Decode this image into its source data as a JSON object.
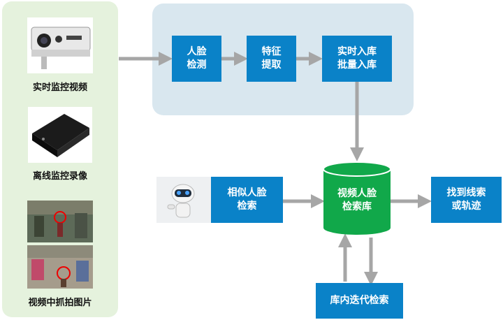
{
  "sources": {
    "camera_label": "实时监控视频",
    "drive_label": "离线监控录像",
    "snapshot_label": "视频中抓拍图片"
  },
  "pipeline": {
    "face_detect": [
      "人脸",
      "检测"
    ],
    "feature_extract": [
      "特征",
      "提取"
    ],
    "enroll": [
      "实时入库",
      "批量入库"
    ]
  },
  "search": {
    "similar_face": [
      "相似人脸",
      "检索"
    ],
    "database": [
      "视频人脸",
      "检索库"
    ],
    "result": [
      "找到线索",
      "或轨迹"
    ],
    "iterate": "库内迭代检索"
  },
  "colors": {
    "box_blue": "#0a82c8",
    "db_green": "#11a84a",
    "arrow_gray": "#a6a6a6",
    "left_panel": "#e5f2dd",
    "top_panel": "#d9e7ef"
  }
}
